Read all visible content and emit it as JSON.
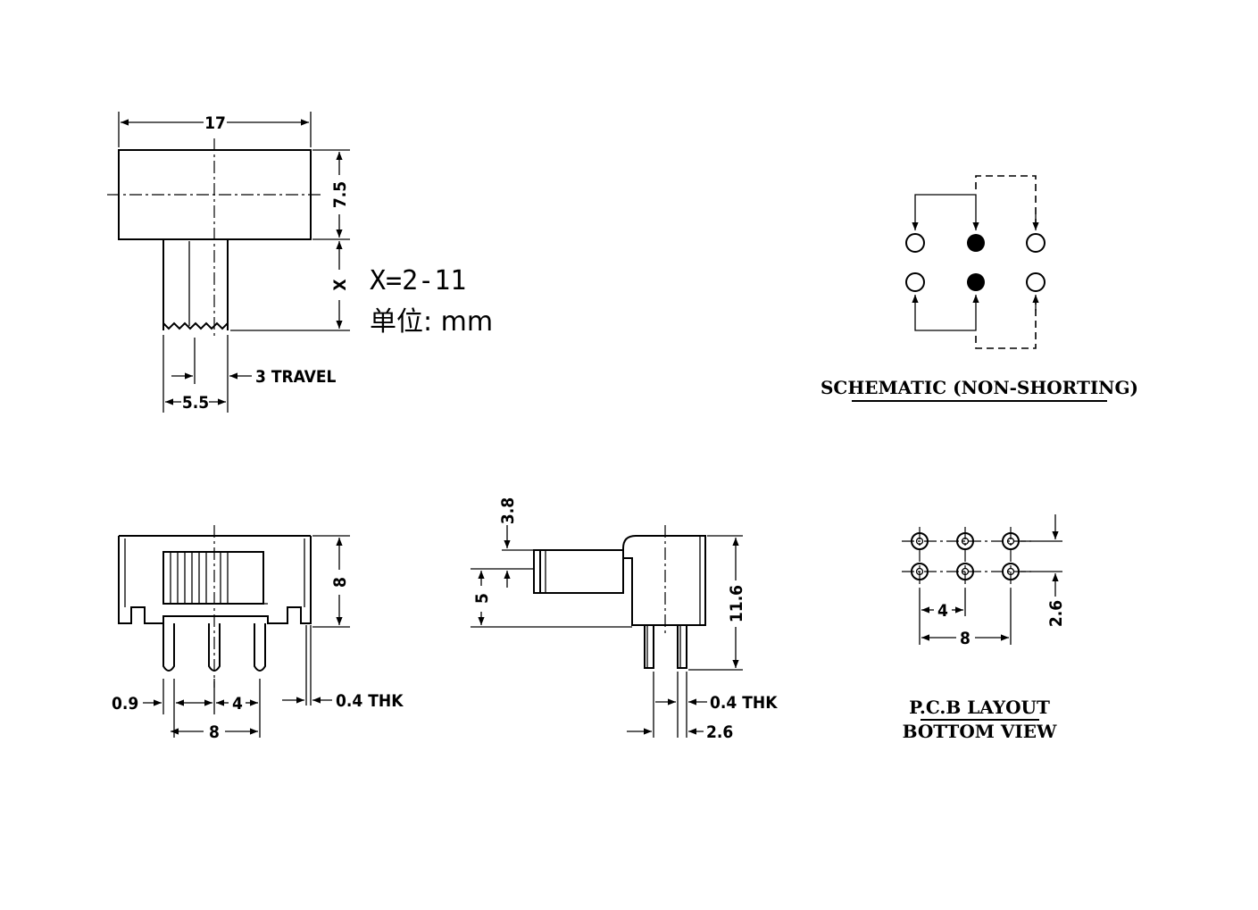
{
  "top_view": {
    "width_dim": "17",
    "height_dim": "7.5",
    "x_dim": "X",
    "travel_dim": "3 TRAVEL",
    "actuator_dim": "5.5",
    "x_note": "X=2-11",
    "unit_note": "单位: mm"
  },
  "schematic": {
    "caption": "SCHEMATIC (NON-SHORTING)"
  },
  "front_view": {
    "height_dim": "8",
    "pin_dim": "0.9",
    "pitch_dim": "4",
    "span_dim": "8",
    "thk_dim": "0.4 THK"
  },
  "side_view": {
    "actuator_offset_dim": "3.8",
    "actuator_height_dim": "5",
    "body_height_dim": "11.6",
    "thk_dim": "0.4 THK",
    "pin_spacing_dim": "2.6"
  },
  "pcb_layout": {
    "pitch_dim": "4",
    "span_dim": "8",
    "row_dim": "2.6",
    "caption_line1": "P.C.B LAYOUT",
    "caption_line2": "BOTTOM VIEW"
  }
}
